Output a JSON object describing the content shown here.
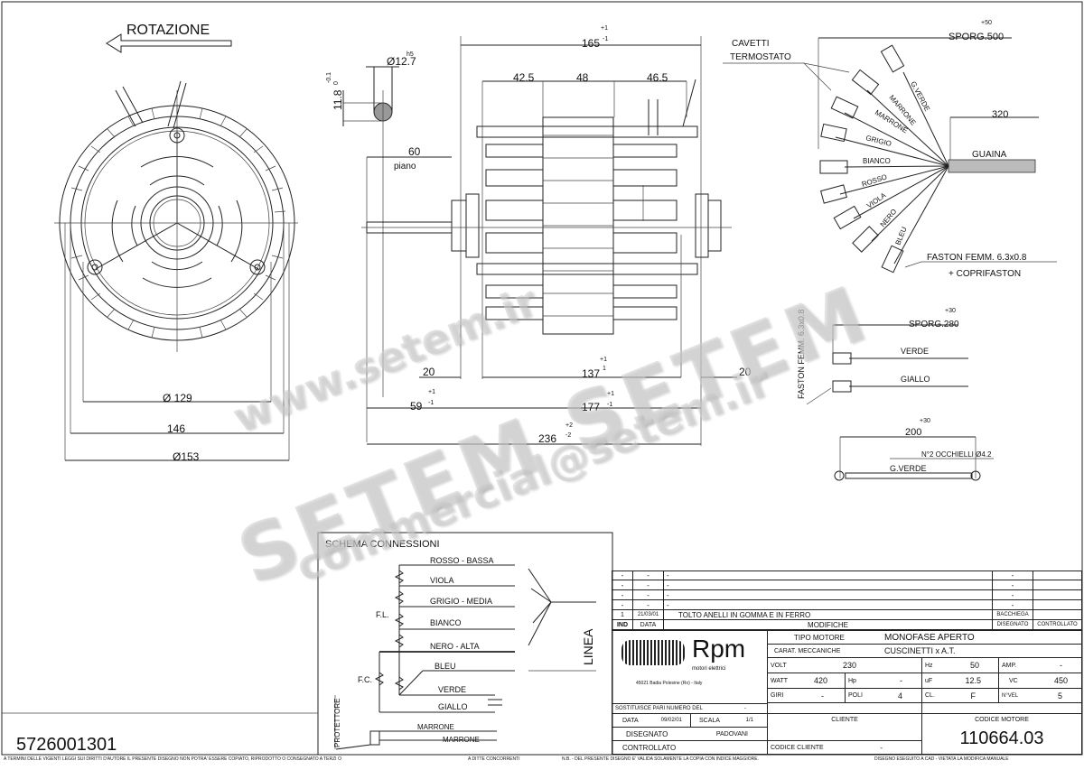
{
  "drawing": {
    "rotation_label": "ROTAZIONE",
    "front_view": {
      "dims": {
        "d129": "Ø 129",
        "w146": "146",
        "d153": "Ø153"
      }
    },
    "shaft": {
      "diameter": "Ø12.7",
      "diameter_tol": "h5",
      "flat": "11.8",
      "flat_tol_upper": "0",
      "flat_tol_lower": "-0.1",
      "flat_len": "60",
      "flat_len_label": "piano"
    },
    "side_view": {
      "total_top": "165",
      "total_top_tol_upper": "+1",
      "total_top_tol_lower": "-1",
      "seg1": "42.5",
      "seg2": "48",
      "seg3": "46.5",
      "left_20": "20",
      "right_20": "20",
      "inner": "137",
      "inner_tol_upper": "+1",
      "inner_tol_lower": "1",
      "shaft_len": "59",
      "shaft_tol_upper": "+1",
      "shaft_tol_lower": "-1",
      "body": "177",
      "body_tol_upper": "+1",
      "body_tol_lower": "-1",
      "overall": "236",
      "overall_tol_upper": "+2",
      "overall_tol_lower": "-2"
    },
    "harness": {
      "cavetti_label": "CAVETTI",
      "termostato_label": "TERMOSTATO",
      "sporg": "SPORG.500",
      "sporg_tol": "+50",
      "sheath_len": "320",
      "sheath_label": "GUAINA",
      "wires": [
        "G.VERDE",
        "MARRONE",
        "MARRONE",
        "GRIGIO",
        "BIANCO",
        "ROSSO",
        "VIOLA",
        "NERO",
        "BLEU"
      ],
      "faston_label": "FASTON FEMM. 6.3x0.8",
      "coprifaston_label": "+ COPRIFASTON"
    },
    "cap_leads": {
      "faston_vertical": "FASTON FEMM. 6.3x0.8",
      "sporg": "SPORG.280",
      "sporg_tol": "+30",
      "wires": [
        "VERDE",
        "GIALLO"
      ]
    },
    "ground": {
      "len": "200",
      "len_tol": "+30",
      "eyelets": "N°2 OCCHIELLI Ø4.2",
      "wire": "G.VERDE"
    },
    "schema": {
      "title": "SCHEMA CONNESSIONI",
      "wires": [
        "ROSSO - BASSA",
        "VIOLA",
        "GRIGIO - MEDIA",
        "BIANCO",
        "NERO - ALTA",
        "BLEU",
        "VERDE",
        "GIALLO"
      ],
      "fl_label": "F.L.",
      "fc_label": "F.C.",
      "line_label": "LINEA",
      "protector_label": "PROTETTORE",
      "protector_wires": [
        "MARRONE",
        "MARRONE"
      ]
    },
    "part_number": "5726001301"
  },
  "title_block": {
    "revisions": [
      {
        "ind": "-",
        "data": "-",
        "mod": "-",
        "dis": "-",
        "ctrl": ""
      },
      {
        "ind": "-",
        "data": "-",
        "mod": "-",
        "dis": "-",
        "ctrl": ""
      },
      {
        "ind": "-",
        "data": "-",
        "mod": "-",
        "dis": "-",
        "ctrl": ""
      },
      {
        "ind": "-",
        "data": "-",
        "mod": "-",
        "dis": "-",
        "ctrl": ""
      },
      {
        "ind": "1",
        "data": "21/03/01",
        "mod": "TOLTO ANELLI IN GOMMA E IN FERRO",
        "dis": "BACCHIEGA",
        "ctrl": ""
      }
    ],
    "rev_headers": {
      "ind": "IND",
      "data": "DATA",
      "mod": "MODIFICHE",
      "dis": "DISEGNATO",
      "ctrl": "CONTROLLATO"
    },
    "logo": {
      "brand": "Rpm",
      "sub": "motori elettrici",
      "address": "45021 Badia Polesine (Ro) - Italy"
    },
    "replaces_label": "SOSTITUISCE PARI NUMERO DEL",
    "replaces_value": "-",
    "tipo_motore_label": "TIPO MOTORE",
    "tipo_motore": "MONOFASE APERTO",
    "carat_label": "CARAT. MECCANICHE",
    "carat": "CUSCINETTI x A.T.",
    "specs": {
      "volt_label": "VOLT",
      "volt": "230",
      "hz_label": "Hz",
      "hz": "50",
      "amp_label": "AMP.",
      "amp": "-",
      "watt_label": "WATT",
      "watt": "420",
      "hp_label": "Hp",
      "hp": "-",
      "uf_label": "uF",
      "uf": "12.5",
      "vc_label": "VC",
      "vc": "450",
      "giri_label": "GIRI",
      "giri": "-",
      "poli_label": "POLI",
      "poli": "4",
      "cl_label": "CL.",
      "cl": "F",
      "nvel_label": "N°VEL",
      "nvel": "5"
    },
    "data_label": "DATA",
    "data": "09/02/01",
    "scala_label": "SCALA",
    "scala": "1/1",
    "disegnato_label": "DISEGNATO",
    "disegnato": "PADOVANI",
    "controllato_label": "CONTROLLATO",
    "cliente_label": "CLIENTE",
    "codice_cliente_label": "CODICE CLIENTE",
    "codice_cliente": "-",
    "codice_motore_label": "CODICE MOTORE",
    "codice_motore": "110664.03"
  },
  "footer": {
    "copyright": "A TERMINI DELLE VIGENTI LEGGI SUI DIRITTI D'AUTORE IL PRESENTE DISEGNO NON POTRA' ESSERE COPIATO, RIPRODOTTO O CONSEGNATO A TERZI O",
    "copyright2": "A DITTE CONCORRENTI",
    "nb": "N.B. - DEL PRESENTE DISEGNO E' VALIDA SOLAMENTE LA COPIA CON INDICE MAGGIORE.",
    "cad": "DISEGNO ESEGUITO A CAD - VIETATA LA MODIFICA MANUALE"
  },
  "watermarks": {
    "www": "www.setem.ir",
    "brand": "SETEM SETEM",
    "email": "commercial@setem.ir"
  }
}
